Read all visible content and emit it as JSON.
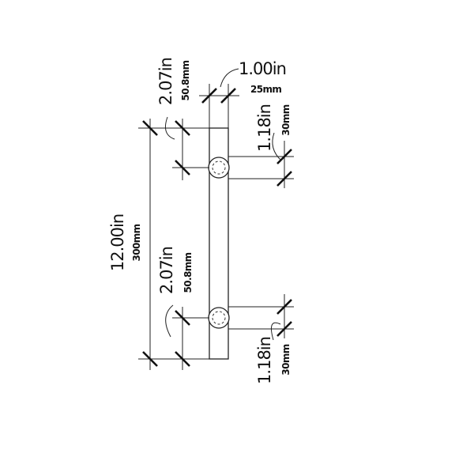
{
  "dimensions": {
    "overall": {
      "imperial": "12.00in",
      "metric": "300mm"
    },
    "top_offset": {
      "imperial": "2.07in",
      "metric": "50.8mm"
    },
    "bottom_offset": {
      "imperial": "2.07in",
      "metric": "50.8mm"
    },
    "bar_width": {
      "imperial": "1.00in",
      "metric": "25mm"
    },
    "top_post_height": {
      "imperial": "1.18in",
      "metric": "30mm"
    },
    "bottom_post_height": {
      "imperial": "1.18in",
      "metric": "30mm"
    }
  }
}
